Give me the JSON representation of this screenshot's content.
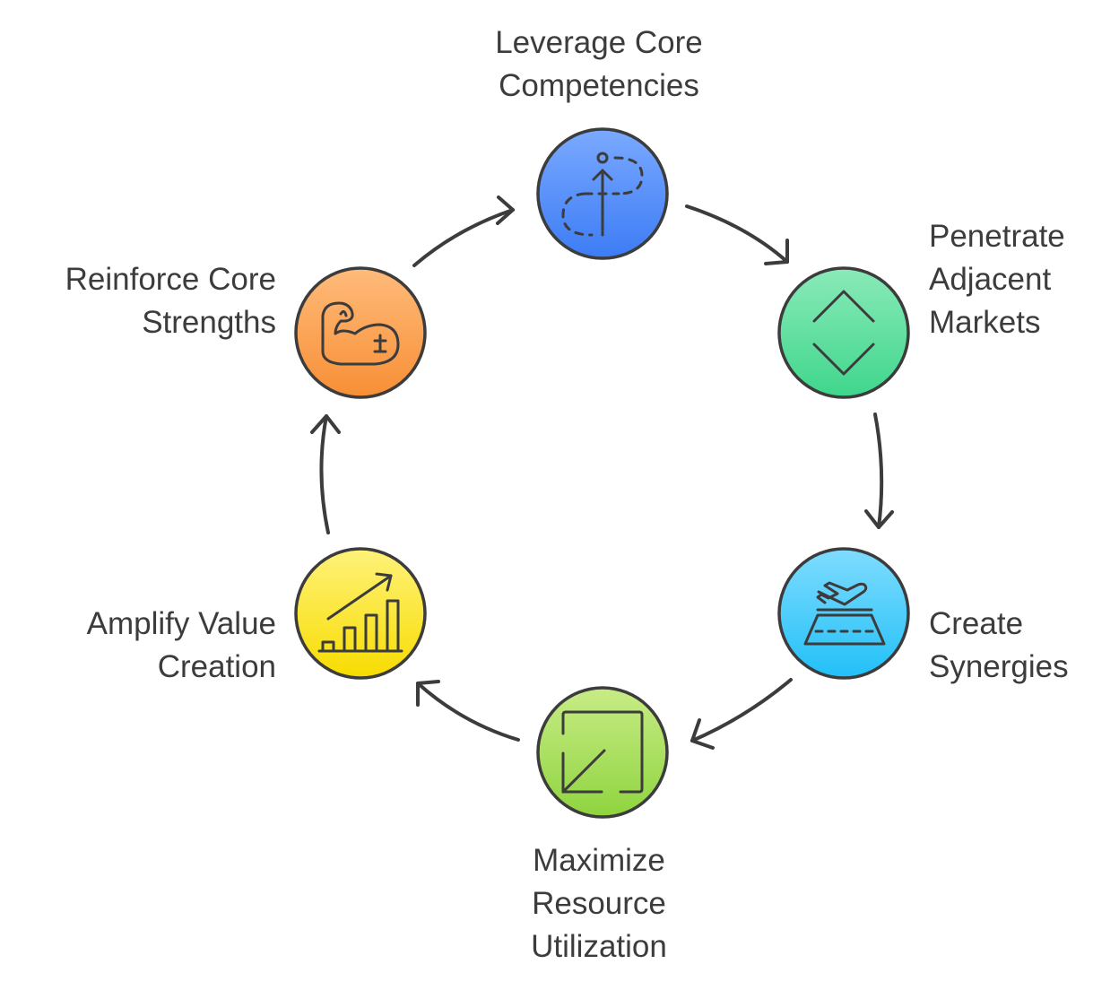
{
  "steps": [
    {
      "id": "leverage",
      "lines": [
        "Leverage Core",
        "Competencies"
      ],
      "color_top": "#7aa9ff",
      "color_bottom": "#3d7cf5",
      "icon": "dashed-path-arrow-icon"
    },
    {
      "id": "penetrate",
      "lines": [
        "Penetrate",
        "Adjacent",
        "Markets"
      ],
      "color_top": "#8aeab8",
      "color_bottom": "#3fd68c",
      "icon": "diamond-chevrons-icon"
    },
    {
      "id": "synergies",
      "lines": [
        "Create",
        "Synergies"
      ],
      "color_top": "#7fdcff",
      "color_bottom": "#22c0f7",
      "icon": "airplane-runway-icon"
    },
    {
      "id": "maximize",
      "lines": [
        "Maximize",
        "Resource",
        "Utilization"
      ],
      "color_top": "#c8ec86",
      "color_bottom": "#8fd43f",
      "icon": "resize-arrow-icon"
    },
    {
      "id": "amplify",
      "lines": [
        "Amplify Value",
        "Creation"
      ],
      "color_top": "#fff27a",
      "color_bottom": "#f7dc00",
      "icon": "growth-chart-icon"
    },
    {
      "id": "reinforce",
      "lines": [
        "Reinforce Core",
        "Strengths"
      ],
      "color_top": "#ffbb7a",
      "color_bottom": "#f78f36",
      "icon": "flexed-arm-icon"
    }
  ],
  "stroke_color": "#3c3c3c"
}
